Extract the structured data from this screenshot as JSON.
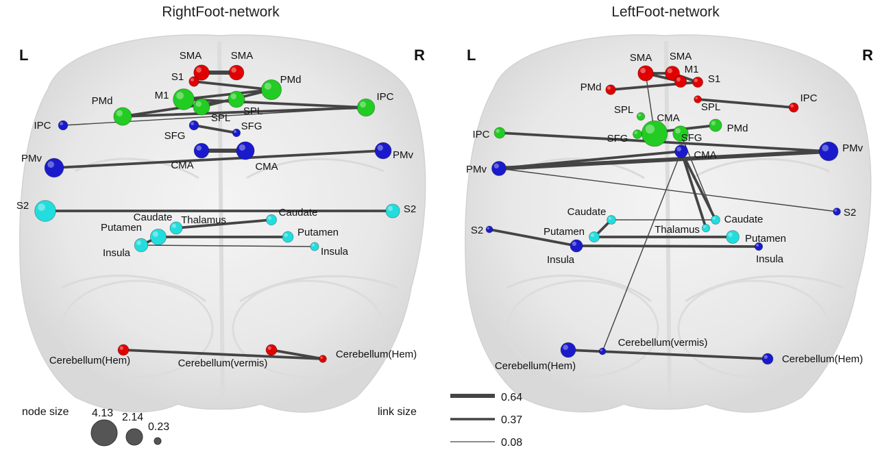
{
  "panels": [
    {
      "title": "RightFoot-network",
      "left_side": "L",
      "right_side": "R",
      "nodes": [
        {
          "id": "r_sma_l",
          "label": "SMA",
          "color": "#e00000",
          "size": 2.1
        },
        {
          "id": "r_sma_r",
          "label": "SMA",
          "color": "#e00000",
          "size": 2.0
        },
        {
          "id": "r_s1",
          "label": "S1",
          "color": "#e00000",
          "size": 1.0
        },
        {
          "id": "r_pmd_r",
          "label": "PMd",
          "color": "#22cc22",
          "size": 3.0
        },
        {
          "id": "r_pmd_l",
          "label": "PMd",
          "color": "#22cc22",
          "size": 2.6
        },
        {
          "id": "r_m1",
          "label": "M1",
          "color": "#22cc22",
          "size": 3.2
        },
        {
          "id": "r_spl_a",
          "label": "SPL",
          "color": "#22cc22",
          "size": 2.3
        },
        {
          "id": "r_spl_b",
          "label": "SPL",
          "color": "#22cc22",
          "size": 2.3
        },
        {
          "id": "r_ipc_r",
          "label": "IPC",
          "color": "#22cc22",
          "size": 2.5
        },
        {
          "id": "r_ipc_l",
          "label": "IPC",
          "color": "#1a1acc",
          "size": 0.9
        },
        {
          "id": "r_sfg_l",
          "label": "SFG",
          "color": "#1a1acc",
          "size": 0.9
        },
        {
          "id": "r_sfg_r",
          "label": "SFG",
          "color": "#1a1acc",
          "size": 0.6
        },
        {
          "id": "r_cma_l",
          "label": "CMA",
          "color": "#1a1acc",
          "size": 2.0
        },
        {
          "id": "r_cma_r",
          "label": "CMA",
          "color": "#1a1acc",
          "size": 2.6
        },
        {
          "id": "r_pmv_r",
          "label": "PMv",
          "color": "#1a1acc",
          "size": 2.3
        },
        {
          "id": "r_pmv_l",
          "label": "PMv",
          "color": "#1a1acc",
          "size": 2.8
        },
        {
          "id": "r_s2_l",
          "label": "S2",
          "color": "#22dddd",
          "size": 3.2
        },
        {
          "id": "r_s2_r",
          "label": "S2",
          "color": "#22dddd",
          "size": 1.8
        },
        {
          "id": "r_caud_r",
          "label": "Caudate",
          "color": "#22dddd",
          "size": 1.1
        },
        {
          "id": "r_caud_l",
          "label": "Caudate",
          "color": "#22dddd",
          "size": 1.6
        },
        {
          "id": "r_thal",
          "label": "Thalamus",
          "color": "#22dddd",
          "size": 1.5
        },
        {
          "id": "r_put_l",
          "label": "Putamen",
          "color": "#22dddd",
          "size": 2.2
        },
        {
          "id": "r_put_r",
          "label": "Putamen",
          "color": "#22dddd",
          "size": 1.2
        },
        {
          "id": "r_ins_l",
          "label": "Insula",
          "color": "#22dddd",
          "size": 1.7
        },
        {
          "id": "r_ins_r",
          "label": "Insula",
          "color": "#22dddd",
          "size": 0.7
        },
        {
          "id": "r_cb_hl",
          "label": "Cerebellum(Hem)",
          "color": "#e00000",
          "size": 1.2
        },
        {
          "id": "r_cb_v",
          "label": "Cerebellum(vermis)",
          "color": "#e00000",
          "size": 1.2
        },
        {
          "id": "r_cb_hr",
          "label": "Cerebellum(Hem)",
          "color": "#e00000",
          "size": 0.5
        }
      ],
      "links": [
        {
          "from": "r_sma_l",
          "to": "r_sma_r",
          "weight": 0.64
        },
        {
          "from": "r_s1",
          "to": "r_pmd_r",
          "weight": 0.37
        },
        {
          "from": "r_m1",
          "to": "r_pmd_r",
          "weight": 0.37
        },
        {
          "from": "r_spl_a",
          "to": "r_pmd_r",
          "weight": 0.37
        },
        {
          "from": "r_pmd_l",
          "to": "r_spl_b",
          "weight": 0.37
        },
        {
          "from": "r_pmd_l",
          "to": "r_ipc_r",
          "weight": 0.37
        },
        {
          "from": "r_m1",
          "to": "r_ipc_r",
          "weight": 0.37
        },
        {
          "from": "r_ipc_l",
          "to": "r_ipc_r",
          "weight": 0.08
        },
        {
          "from": "r_sfg_l",
          "to": "r_sfg_r",
          "weight": 0.37
        },
        {
          "from": "r_cma_l",
          "to": "r_cma_r",
          "weight": 0.64
        },
        {
          "from": "r_pmv_l",
          "to": "r_pmv_r",
          "weight": 0.37
        },
        {
          "from": "r_s2_l",
          "to": "r_s2_r",
          "weight": 0.37
        },
        {
          "from": "r_thal",
          "to": "r_caud_r",
          "weight": 0.37
        },
        {
          "from": "r_put_l",
          "to": "r_put_r",
          "weight": 0.37
        },
        {
          "from": "r_ins_l",
          "to": "r_ins_r",
          "weight": 0.08
        },
        {
          "from": "r_ins_l",
          "to": "r_caud_l",
          "weight": 0.37
        },
        {
          "from": "r_cb_hl",
          "to": "r_cb_hr",
          "weight": 0.37
        },
        {
          "from": "r_cb_v",
          "to": "r_cb_hr",
          "weight": 0.37
        }
      ]
    },
    {
      "title": "LeftFoot-network",
      "left_side": "L",
      "right_side": "R",
      "nodes": [
        {
          "id": "l_sma_l",
          "label": "SMA",
          "color": "#e00000",
          "size": 2.1
        },
        {
          "id": "l_sma_r",
          "label": "SMA",
          "color": "#e00000",
          "size": 1.9
        },
        {
          "id": "l_m1",
          "label": "M1",
          "color": "#e00000",
          "size": 1.4
        },
        {
          "id": "l_s1",
          "label": "S1",
          "color": "#e00000",
          "size": 1.1
        },
        {
          "id": "l_pmd_l",
          "label": "PMd",
          "color": "#e00000",
          "size": 1.0
        },
        {
          "id": "l_spl_r",
          "label": "SPL",
          "color": "#e00000",
          "size": 0.5
        },
        {
          "id": "l_ipc_r",
          "label": "IPC",
          "color": "#e00000",
          "size": 0.9
        },
        {
          "id": "l_spl_l",
          "label": "SPL",
          "color": "#22cc22",
          "size": 0.6
        },
        {
          "id": "l_cma_g",
          "label": "CMA",
          "color": "#22cc22",
          "size": 4.13
        },
        {
          "id": "l_sfg_l",
          "label": "SFG",
          "color": "#22cc22",
          "size": 0.8
        },
        {
          "id": "l_sfg_r",
          "label": "SFG",
          "color": "#22cc22",
          "size": 2.1
        },
        {
          "id": "l_pmd_r",
          "label": "PMd",
          "color": "#22cc22",
          "size": 1.5
        },
        {
          "id": "l_ipc_l",
          "label": "IPC",
          "color": "#22cc22",
          "size": 1.2
        },
        {
          "id": "l_cma_b",
          "label": "CMA",
          "color": "#1a1acc",
          "size": 1.6
        },
        {
          "id": "l_pmv_r",
          "label": "PMv",
          "color": "#1a1acc",
          "size": 2.8
        },
        {
          "id": "l_pmv_l",
          "label": "PMv",
          "color": "#1a1acc",
          "size": 1.9
        },
        {
          "id": "l_s2_r",
          "label": "S2",
          "color": "#1a1acc",
          "size": 0.5
        },
        {
          "id": "l_s2_l",
          "label": "S2",
          "color": "#1a1acc",
          "size": 0.4
        },
        {
          "id": "l_caud_l",
          "label": "Caudate",
          "color": "#22dddd",
          "size": 0.8
        },
        {
          "id": "l_caud_r",
          "label": "Caudate",
          "color": "#22dddd",
          "size": 0.8
        },
        {
          "id": "l_thal",
          "label": "Thalamus",
          "color": "#22dddd",
          "size": 0.6
        },
        {
          "id": "l_put_l",
          "label": "Putamen",
          "color": "#22dddd",
          "size": 1.1
        },
        {
          "id": "l_put_r",
          "label": "Putamen",
          "color": "#22dddd",
          "size": 1.6
        },
        {
          "id": "l_ins_l",
          "label": "Insula",
          "color": "#1a1acc",
          "size": 1.5
        },
        {
          "id": "l_ins_r",
          "label": "Insula",
          "color": "#1a1acc",
          "size": 0.6
        },
        {
          "id": "l_cb_hl",
          "label": "Cerebellum(Hem)",
          "color": "#1a1acc",
          "size": 2.0
        },
        {
          "id": "l_cb_v",
          "label": "Cerebellum(vermis)",
          "color": "#1a1acc",
          "size": 0.4
        },
        {
          "id": "l_cb_hr",
          "label": "Cerebellum(Hem)",
          "color": "#1a1acc",
          "size": 1.2
        }
      ],
      "links": [
        {
          "from": "l_sma_l",
          "to": "l_m1",
          "weight": 0.37
        },
        {
          "from": "l_sma_r",
          "to": "l_s1",
          "weight": 0.37
        },
        {
          "from": "l_sma_l",
          "to": "l_sma_r",
          "weight": 0.37
        },
        {
          "from": "l_pmd_l",
          "to": "l_s1",
          "weight": 0.37
        },
        {
          "from": "l_spl_r",
          "to": "l_ipc_r",
          "weight": 0.37
        },
        {
          "from": "l_sma_l",
          "to": "l_cma_g",
          "weight": 0.08
        },
        {
          "from": "l_sfg_l",
          "to": "l_pmd_r",
          "weight": 0.37
        },
        {
          "from": "l_ipc_l",
          "to": "l_pmv_r",
          "weight": 0.37
        },
        {
          "from": "l_pmv_l",
          "to": "l_pmv_r",
          "weight": 0.64
        },
        {
          "from": "l_pmv_l",
          "to": "l_cma_b",
          "weight": 0.37
        },
        {
          "from": "l_pmv_l",
          "to": "l_s2_r",
          "weight": 0.08
        },
        {
          "from": "l_cma_b",
          "to": "l_thal",
          "weight": 0.37
        },
        {
          "from": "l_cma_b",
          "to": "l_caud_r",
          "weight": 0.37
        },
        {
          "from": "l_cma_b",
          "to": "l_cb_v",
          "weight": 0.08
        },
        {
          "from": "l_sfg_r",
          "to": "l_caud_r",
          "weight": 0.08
        },
        {
          "from": "l_caud_l",
          "to": "l_caud_r",
          "weight": 0.08
        },
        {
          "from": "l_caud_l",
          "to": "l_put_l",
          "weight": 0.37
        },
        {
          "from": "l_put_l",
          "to": "l_put_r",
          "weight": 0.37
        },
        {
          "from": "l_s2_l",
          "to": "l_ins_l",
          "weight": 0.37
        },
        {
          "from": "l_ins_l",
          "to": "l_ins_r",
          "weight": 0.37
        },
        {
          "from": "l_cb_hl",
          "to": "l_cb_hr",
          "weight": 0.37
        }
      ]
    }
  ],
  "legend": {
    "node_size_label": "node size",
    "node_sizes": [
      "4.13",
      "2.14",
      "0.23"
    ],
    "node_size_color": "#555555",
    "link_size_label": "link size",
    "link_sizes": [
      "0.64",
      "0.37",
      "0.08"
    ],
    "link_color": "#444444"
  }
}
